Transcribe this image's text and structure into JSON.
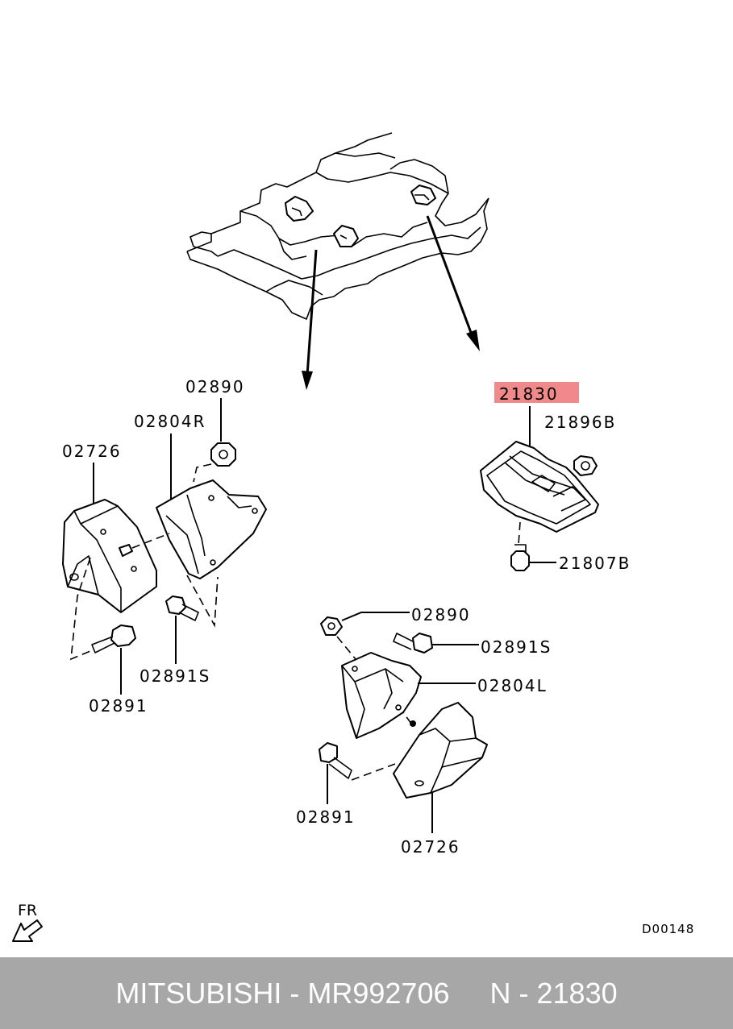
{
  "diagram": {
    "labels": {
      "p21830": "21830",
      "p21896B": "21896B",
      "p21807B": "21807B",
      "p02890_top": "02890",
      "p02804R": "02804R",
      "p02726_left": "02726",
      "p02891S_left": "02891S",
      "p02891_left": "02891",
      "p02890_mid": "02890",
      "p02891S_mid": "02891S",
      "p02804L": "02804L",
      "p02891_bottom": "02891",
      "p02726_bottom": "02726"
    },
    "highlight_color": "#f08a8a",
    "orientation_label": "FR",
    "diagram_code": "D00148"
  },
  "footer": {
    "text": "MITSUBISHI - MR992706     N - 21830"
  }
}
